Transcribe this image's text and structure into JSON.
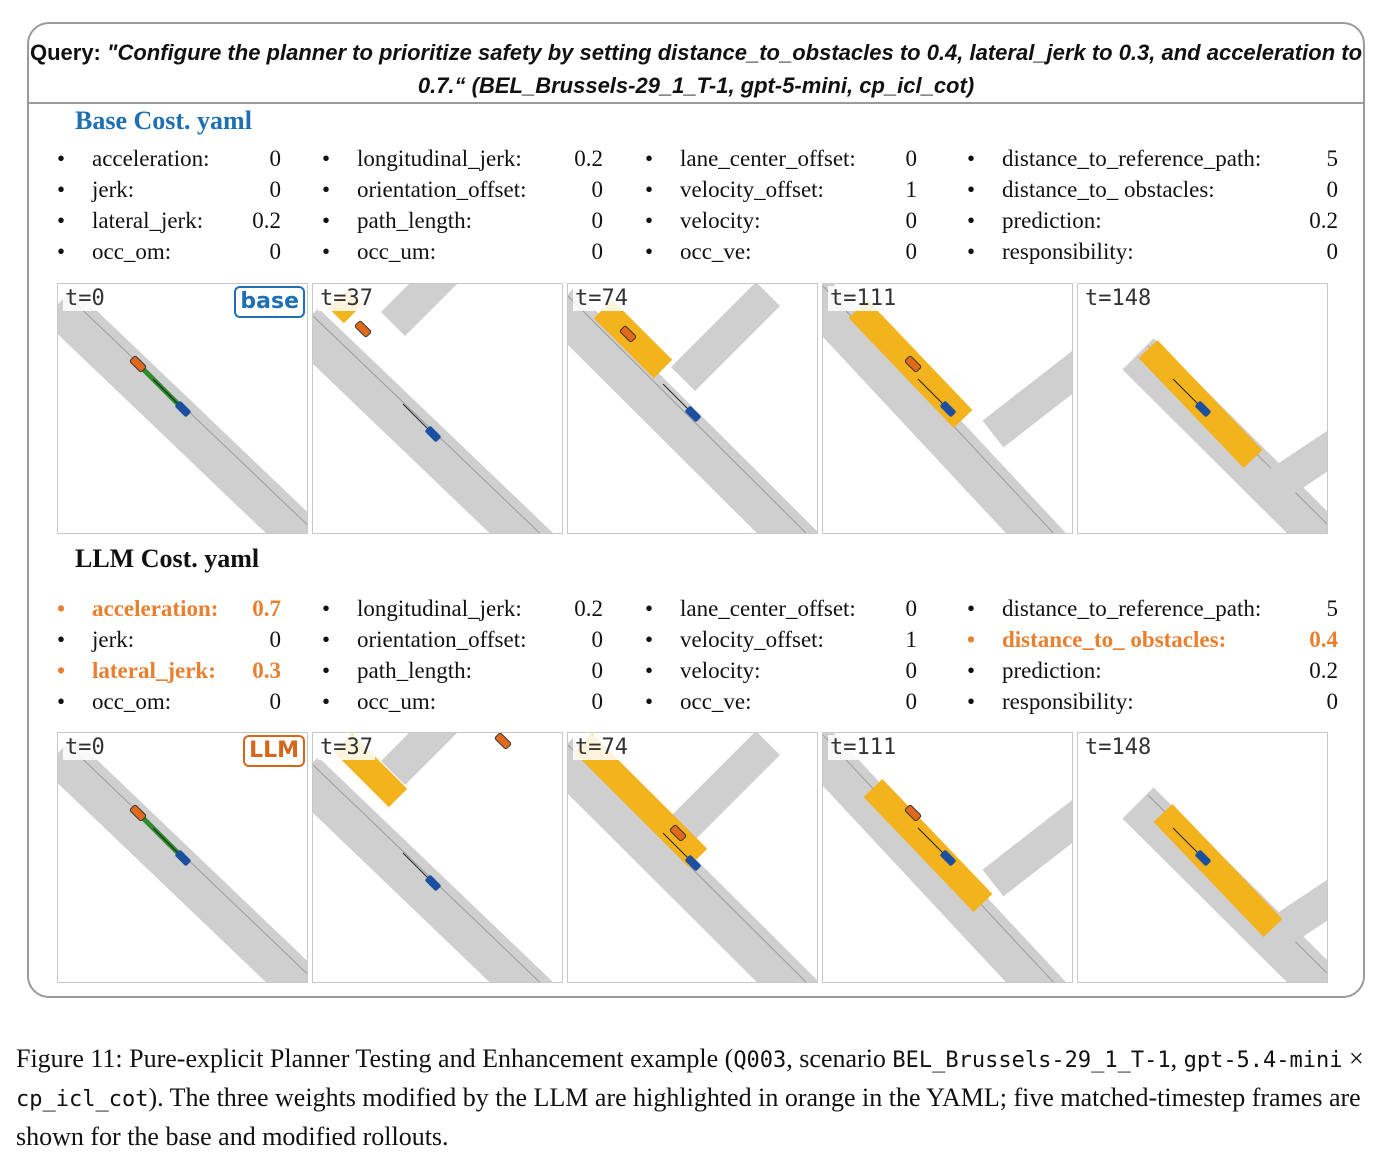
{
  "query": {
    "label": "Query:",
    "text": "\"Configure the planner to prioritize safety by setting distance_to_obstacles to 0.4, lateral_jerk to 0.3, and acceleration to 0.7.“ (BEL_Brussels-29_1_T-1, gpt-5-mini, cp_icl_cot)"
  },
  "base": {
    "title": "Base Cost. yaml",
    "badge": "base",
    "columns": [
      [
        {
          "name": "acceleration:",
          "value": "0"
        },
        {
          "name": "jerk:",
          "value": "0"
        },
        {
          "name": "lateral_jerk:",
          "value": "0.2"
        },
        {
          "name": "occ_om:",
          "value": "0"
        }
      ],
      [
        {
          "name": "longitudinal_jerk:",
          "value": "0.2"
        },
        {
          "name": "orientation_offset:",
          "value": "0"
        },
        {
          "name": "path_length:",
          "value": "0"
        },
        {
          "name": "occ_um:",
          "value": "0"
        }
      ],
      [
        {
          "name": "lane_center_offset:",
          "value": "0"
        },
        {
          "name": "velocity_offset:",
          "value": "1"
        },
        {
          "name": "velocity:",
          "value": "0"
        },
        {
          "name": "occ_ve:",
          "value": "0"
        }
      ],
      [
        {
          "name": "distance_to_reference_path:",
          "value": "5"
        },
        {
          "name": "distance_to_ obstacles:",
          "value": "0"
        },
        {
          "name": "prediction:",
          "value": "0.2"
        },
        {
          "name": "responsibility:",
          "value": "0"
        }
      ]
    ],
    "frames": [
      "t=0",
      "t=37",
      "t=74",
      "t=111",
      "t=148"
    ]
  },
  "llm": {
    "title": "LLM Cost. yaml",
    "badge": "LLM",
    "highlight_color": "#e9802f",
    "columns": [
      [
        {
          "name": "acceleration:",
          "value": "0.7",
          "highlight": true
        },
        {
          "name": "jerk:",
          "value": "0"
        },
        {
          "name": "lateral_jerk:",
          "value": "0.3",
          "highlight": true
        },
        {
          "name": "occ_om:",
          "value": "0"
        }
      ],
      [
        {
          "name": "longitudinal_jerk:",
          "value": "0.2"
        },
        {
          "name": "orientation_offset:",
          "value": "0"
        },
        {
          "name": "path_length:",
          "value": "0"
        },
        {
          "name": "occ_um:",
          "value": "0"
        }
      ],
      [
        {
          "name": "lane_center_offset:",
          "value": "0"
        },
        {
          "name": "velocity_offset:",
          "value": "1"
        },
        {
          "name": "velocity:",
          "value": "0"
        },
        {
          "name": "occ_ve:",
          "value": "0"
        }
      ],
      [
        {
          "name": "distance_to_reference_path:",
          "value": "5"
        },
        {
          "name": "distance_to_ obstacles:",
          "value": "0.4",
          "highlight": true
        },
        {
          "name": "prediction:",
          "value": "0.2"
        },
        {
          "name": "responsibility:",
          "value": "0"
        }
      ]
    ],
    "frames": [
      "t=0",
      "t=37",
      "t=74",
      "t=111",
      "t=148"
    ]
  },
  "caption": {
    "p1": "Figure 11: Pure-explicit Planner Testing and Enhancement example (",
    "m1": "Q003",
    "p2": ", scenario ",
    "m2": "BEL_Brussels-29_1_T-1",
    "p3": ", ",
    "m3": "gpt-5.4-mini",
    "p4": " × ",
    "m4": "cp_icl_cot",
    "p5": "). The three weights modified by the LLM are highlighted in orange in the YAML; five matched-timestep frames are shown for the base and modified rollouts."
  },
  "colors": {
    "base_accent": "#1f6fb5",
    "llm_accent": "#d6661a",
    "road": "#cfcfcf",
    "corridor": "#f2b31c",
    "ego": "#1d4fa0",
    "obstacle": "#e06a1a",
    "trajectory": "#2e8b2e"
  }
}
